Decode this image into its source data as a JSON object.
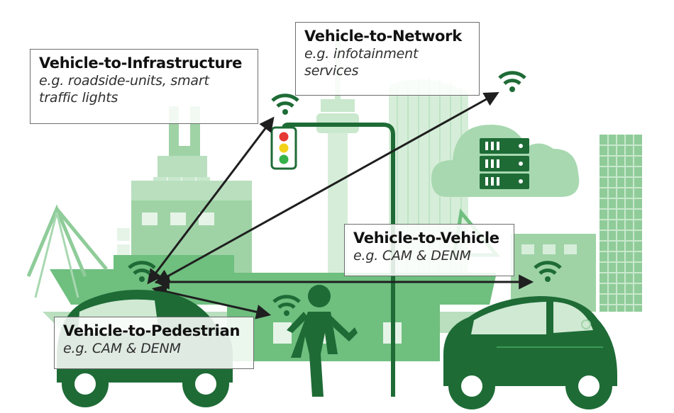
{
  "labels": {
    "v2i": {
      "title": "Vehicle-to-Infrastructure",
      "example": "e.g. roadside-units, smart traffic lights"
    },
    "v2n": {
      "title": "Vehicle-to-Network",
      "example": "e.g. infotainment services"
    },
    "v2v": {
      "title": "Vehicle-to-Vehicle",
      "example": "e.g. CAM & DENM"
    },
    "v2p": {
      "title": "Vehicle-to-Pedestrian",
      "example": "e.g. CAM & DENM"
    }
  },
  "colors": {
    "dark_green": "#1e6b36",
    "mid_green": "#3d9a55",
    "light_green": "#9fd3a6",
    "pale_green": "#c9e8cd",
    "arrow": "#1f1f1f",
    "signal_red": "#e53935",
    "signal_yellow": "#f2d31a",
    "signal_green": "#35b24a"
  },
  "icons": [
    "wifi-icon",
    "traffic-light-icon",
    "cloud-icon",
    "server-icon",
    "pedestrian-icon",
    "car-icon"
  ]
}
